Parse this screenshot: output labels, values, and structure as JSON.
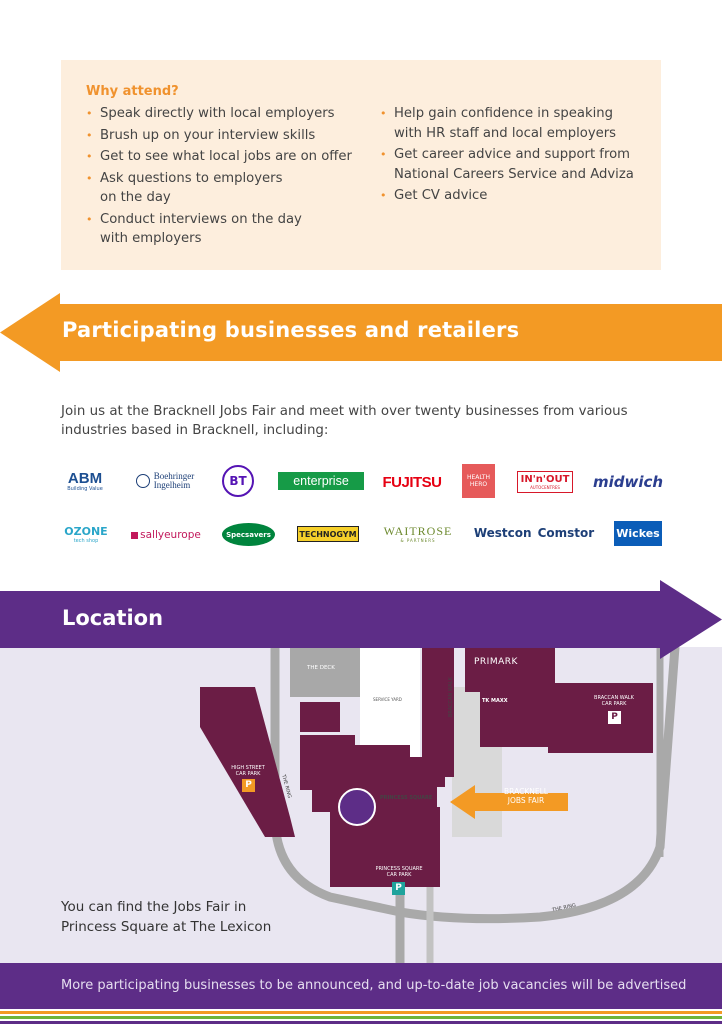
{
  "why_attend": {
    "title": "Why attend?",
    "left_items": [
      {
        "lines": [
          "Speak directly with local employers"
        ]
      },
      {
        "lines": [
          "Brush up on your interview skills"
        ]
      },
      {
        "lines": [
          "Get to see what local jobs are on offer"
        ]
      },
      {
        "lines": [
          "Ask questions to employers",
          "on the day"
        ]
      },
      {
        "lines": [
          "Conduct interviews on the day",
          "with employers"
        ]
      }
    ],
    "right_items": [
      {
        "lines": [
          "Help gain confidence in speaking",
          "with HR staff and local employers"
        ]
      },
      {
        "lines": [
          "Get career advice and support from",
          "National Careers Service and Adviza"
        ]
      },
      {
        "lines": [
          "Get CV advice"
        ]
      }
    ]
  },
  "businesses": {
    "heading": "Participating businesses and retailers",
    "intro_line1": "Join us at the Bracknell Jobs Fair and meet with over twenty businesses from various",
    "intro_line2": "industries based in Bracknell, including:",
    "logos": {
      "abm": "ABM",
      "abm_sub": "Building Value",
      "boehringer_1": "Boehringer",
      "boehringer_2": "Ingelheim",
      "bt": "BT",
      "enterprise": "enterprise",
      "fujitsu": "FUJITSU",
      "healthhero_1": "HEALTH",
      "healthhero_2": "HERO",
      "inout": "IN'n'OUT",
      "inout_sub": "AUTOCENTRES",
      "midwich": "midwich",
      "ozone": "OZONE",
      "ozone_sub": "tech shop",
      "sally": "sallyeurope",
      "specsavers": "Specsavers",
      "technogym": "TECHNOGYM",
      "waitrose": "WAITROSE",
      "waitrose_sub": "& PARTNERS",
      "westcon": "Westcon",
      "comstor": "Comstor",
      "wickes": "Wickes"
    }
  },
  "location": {
    "heading": "Location",
    "caption_line1": "You can find the Jobs Fair in",
    "caption_line2": "Princess Square at The Lexicon",
    "map_labels": {
      "the_deck": "THE DECK",
      "service_yard": "SERVICE YARD",
      "primark": "PRIMARK",
      "tk_maxx": "TK MAXX",
      "braccan_walk": "BRACCAN WALK",
      "braccan_car_park_1": "BRACCAN WALK",
      "braccan_car_park_2": "CAR PARK",
      "high_street_car_park_1": "HIGH STREET",
      "high_street_car_park_2": "CAR PARK",
      "the_ring_left": "THE RING",
      "princess_square": "PRINCESS SQUARE",
      "jobs_fair_1": "BRACKNELL",
      "jobs_fair_2": "JOBS FAIR",
      "princess_car_park_1": "PRINCESS SQUARE",
      "princess_car_park_2": "CAR PARK",
      "the_ring_bottom": "THE RING",
      "parking": "P"
    }
  },
  "footer": {
    "text": "More participating businesses to be announced, and up-to-date job vacancies will be advertised"
  },
  "colors": {
    "orange": "#f39a24",
    "purple": "#5d2d87",
    "maroon": "#6b1d45",
    "cream": "#fdeedd"
  }
}
